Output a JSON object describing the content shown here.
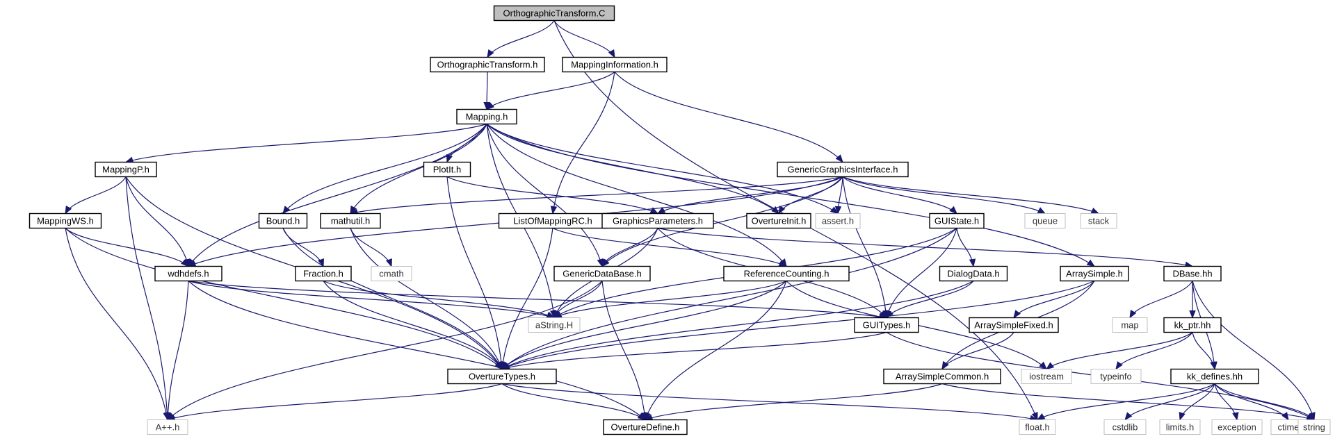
{
  "colors": {
    "edge": "#191970",
    "node_border": "#000000",
    "system_node_border": "#bfbfbf",
    "root_fill": "#bfbfbf",
    "background": "#ffffff"
  },
  "nodes": [
    {
      "id": "root",
      "label": "OrthographicTransform.C",
      "kind": "root"
    },
    {
      "id": "ot_h",
      "label": "OrthographicTransform.h",
      "kind": "file"
    },
    {
      "id": "mapinfo",
      "label": "MappingInformation.h",
      "kind": "file"
    },
    {
      "id": "mapping",
      "label": "Mapping.h",
      "kind": "file"
    },
    {
      "id": "mappingp",
      "label": "MappingP.h",
      "kind": "file"
    },
    {
      "id": "plotit",
      "label": "PlotIt.h",
      "kind": "file"
    },
    {
      "id": "ggi",
      "label": "GenericGraphicsInterface.h",
      "kind": "file"
    },
    {
      "id": "mappingws",
      "label": "MappingWS.h",
      "kind": "file"
    },
    {
      "id": "bound",
      "label": "Bound.h",
      "kind": "file"
    },
    {
      "id": "mathutil",
      "label": "mathutil.h",
      "kind": "file"
    },
    {
      "id": "listmap",
      "label": "ListOfMappingRC.h",
      "kind": "file"
    },
    {
      "id": "gparams",
      "label": "GraphicsParameters.h",
      "kind": "file"
    },
    {
      "id": "overinit",
      "label": "OvertureInit.h",
      "kind": "file"
    },
    {
      "id": "assert",
      "label": "assert.h",
      "kind": "sys"
    },
    {
      "id": "guistate",
      "label": "GUIState.h",
      "kind": "file"
    },
    {
      "id": "queue",
      "label": "queue",
      "kind": "sys"
    },
    {
      "id": "stack",
      "label": "stack",
      "kind": "sys"
    },
    {
      "id": "wdh",
      "label": "wdhdefs.h",
      "kind": "file"
    },
    {
      "id": "fraction",
      "label": "Fraction.h",
      "kind": "file"
    },
    {
      "id": "cmath",
      "label": "cmath",
      "kind": "sys"
    },
    {
      "id": "gdb",
      "label": "GenericDataBase.h",
      "kind": "file"
    },
    {
      "id": "refcount",
      "label": "ReferenceCounting.h",
      "kind": "file"
    },
    {
      "id": "dialog",
      "label": "DialogData.h",
      "kind": "file"
    },
    {
      "id": "arraysimple",
      "label": "ArraySimple.h",
      "kind": "file"
    },
    {
      "id": "dbase",
      "label": "DBase.hh",
      "kind": "file"
    },
    {
      "id": "astring",
      "label": "aString.H",
      "kind": "sys"
    },
    {
      "id": "guitypes",
      "label": "GUITypes.h",
      "kind": "file"
    },
    {
      "id": "asfixed",
      "label": "ArraySimpleFixed.h",
      "kind": "file"
    },
    {
      "id": "map",
      "label": "map",
      "kind": "sys"
    },
    {
      "id": "kkptr",
      "label": "kk_ptr.hh",
      "kind": "file"
    },
    {
      "id": "overtypes",
      "label": "OvertureTypes.h",
      "kind": "file"
    },
    {
      "id": "ascommon",
      "label": "ArraySimpleCommon.h",
      "kind": "file"
    },
    {
      "id": "iostream",
      "label": "iostream",
      "kind": "sys"
    },
    {
      "id": "typeinfo",
      "label": "typeinfo",
      "kind": "sys"
    },
    {
      "id": "kkdef",
      "label": "kk_defines.hh",
      "kind": "file"
    },
    {
      "id": "app",
      "label": "A++.h",
      "kind": "sys"
    },
    {
      "id": "overdef",
      "label": "OvertureDefine.h",
      "kind": "file"
    },
    {
      "id": "float",
      "label": "float.h",
      "kind": "sys"
    },
    {
      "id": "cstdlib",
      "label": "cstdlib",
      "kind": "sys"
    },
    {
      "id": "limits",
      "label": "limits.h",
      "kind": "sys"
    },
    {
      "id": "exception",
      "label": "exception",
      "kind": "sys"
    },
    {
      "id": "ctime",
      "label": "ctime",
      "kind": "sys"
    },
    {
      "id": "string",
      "label": "string",
      "kind": "sys"
    }
  ],
  "edges": [
    [
      "root",
      "ot_h"
    ],
    [
      "root",
      "mapinfo"
    ],
    [
      "root",
      "float"
    ],
    [
      "ot_h",
      "mapping"
    ],
    [
      "mapinfo",
      "mapping"
    ],
    [
      "mapinfo",
      "listmap"
    ],
    [
      "mapinfo",
      "ggi"
    ],
    [
      "mapping",
      "mappingp"
    ],
    [
      "mapping",
      "plotit"
    ],
    [
      "mapping",
      "wdh"
    ],
    [
      "mapping",
      "bound"
    ],
    [
      "mapping",
      "mathutil"
    ],
    [
      "mapping",
      "astring"
    ],
    [
      "mapping",
      "gdb"
    ],
    [
      "mapping",
      "overinit"
    ],
    [
      "mapping",
      "assert"
    ],
    [
      "mapping",
      "refcount"
    ],
    [
      "mapping",
      "arraysimple"
    ],
    [
      "mappingp",
      "mappingws"
    ],
    [
      "mappingp",
      "wdh"
    ],
    [
      "mappingp",
      "overtypes"
    ],
    [
      "mappingp",
      "app"
    ],
    [
      "mappingws",
      "wdh"
    ],
    [
      "mappingws",
      "overtypes"
    ],
    [
      "mappingws",
      "app"
    ],
    [
      "plotit",
      "gparams"
    ],
    [
      "plotit",
      "overtypes"
    ],
    [
      "ggi",
      "wdh"
    ],
    [
      "ggi",
      "mathutil"
    ],
    [
      "ggi",
      "gparams"
    ],
    [
      "ggi",
      "overinit"
    ],
    [
      "ggi",
      "assert"
    ],
    [
      "ggi",
      "guistate"
    ],
    [
      "ggi",
      "queue"
    ],
    [
      "ggi",
      "stack"
    ],
    [
      "ggi",
      "guitypes"
    ],
    [
      "ggi",
      "gdb"
    ],
    [
      "bound",
      "fraction"
    ],
    [
      "bound",
      "overtypes"
    ],
    [
      "mathutil",
      "cmath"
    ],
    [
      "mathutil",
      "overtypes"
    ],
    [
      "listmap",
      "refcount"
    ],
    [
      "listmap",
      "overtypes"
    ],
    [
      "gparams",
      "gdb"
    ],
    [
      "gparams",
      "astring"
    ],
    [
      "gparams",
      "guitypes"
    ],
    [
      "gparams",
      "dbase"
    ],
    [
      "guistate",
      "dialog"
    ],
    [
      "guistate",
      "guitypes"
    ],
    [
      "guistate",
      "astring"
    ],
    [
      "guistate",
      "overtypes"
    ],
    [
      "wdh",
      "astring"
    ],
    [
      "wdh",
      "guitypes"
    ],
    [
      "wdh",
      "app"
    ],
    [
      "wdh",
      "overdef"
    ],
    [
      "fraction",
      "astring"
    ],
    [
      "fraction",
      "overtypes"
    ],
    [
      "gdb",
      "astring"
    ],
    [
      "gdb",
      "app"
    ],
    [
      "gdb",
      "overdef"
    ],
    [
      "refcount",
      "astring"
    ],
    [
      "refcount",
      "overtypes"
    ],
    [
      "refcount",
      "overdef"
    ],
    [
      "refcount",
      "iostream"
    ],
    [
      "dialog",
      "guitypes"
    ],
    [
      "dialog",
      "overtypes"
    ],
    [
      "arraysimple",
      "asfixed"
    ],
    [
      "arraysimple",
      "ascommon"
    ],
    [
      "arraysimple",
      "overtypes"
    ],
    [
      "dbase",
      "map"
    ],
    [
      "dbase",
      "kkptr"
    ],
    [
      "dbase",
      "kkdef"
    ],
    [
      "dbase",
      "string"
    ],
    [
      "guitypes",
      "overtypes"
    ],
    [
      "guitypes",
      "string"
    ],
    [
      "asfixed",
      "ascommon"
    ],
    [
      "kkptr",
      "iostream"
    ],
    [
      "kkptr",
      "typeinfo"
    ],
    [
      "kkptr",
      "kkdef"
    ],
    [
      "overtypes",
      "app"
    ],
    [
      "overtypes",
      "overdef"
    ],
    [
      "overtypes",
      "float"
    ],
    [
      "ascommon",
      "overdef"
    ],
    [
      "ascommon",
      "string"
    ],
    [
      "kkdef",
      "float"
    ],
    [
      "kkdef",
      "cstdlib"
    ],
    [
      "kkdef",
      "limits"
    ],
    [
      "kkdef",
      "exception"
    ],
    [
      "kkdef",
      "ctime"
    ],
    [
      "kkdef",
      "string"
    ]
  ]
}
